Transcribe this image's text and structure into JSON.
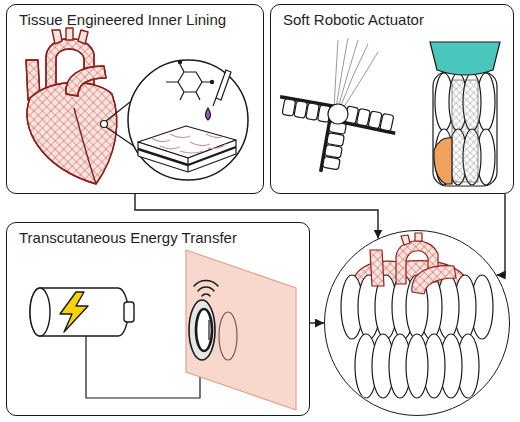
{
  "diagram": {
    "nodes": [
      {
        "text": [
          "Tissue Engineered Inner Lining"
        ]
      },
      {
        "text": [
          "Soft Robotic Actuator"
        ]
      },
      {
        "text": [
          "Transcutaneous Energy Transfer"
        ]
      },
      {
        "text": []
      }
    ],
    "edges": [
      {
        "from": 0,
        "to": 3,
        "arrow": "to"
      },
      {
        "from": 1,
        "to": 3,
        "arrow": "to"
      },
      {
        "from": 2,
        "to": 3,
        "arrow": "to"
      }
    ]
  }
}
